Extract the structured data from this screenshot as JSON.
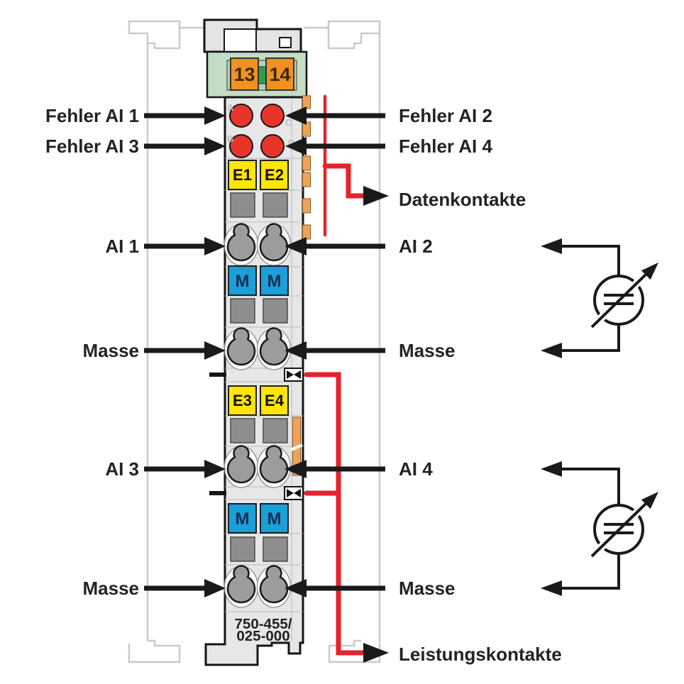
{
  "labels": {
    "left": [
      "Fehler AI 1",
      "Fehler AI 3",
      "AI 1",
      "Masse",
      "AI 3",
      "Masse"
    ],
    "right": [
      "Fehler AI 2",
      "Fehler AI 4",
      "Datenkontakte",
      "AI 2",
      "Masse",
      "AI 4",
      "Masse",
      "Leistungskontakte"
    ]
  },
  "module": {
    "top_terminals": [
      "13",
      "14"
    ],
    "led_letters": [
      "A",
      "B",
      "C",
      "D"
    ],
    "input_markers_upper": [
      "E1",
      "E2"
    ],
    "input_markers_lower": [
      "E3",
      "E4"
    ],
    "ground_marker": "M",
    "part_number_line1": "750-455/",
    "part_number_line2": "025-000"
  },
  "colors": {
    "red": "#e5232d",
    "led_red": "#e8352c",
    "orange": "#f19122",
    "tab_orange": "#f0a356",
    "yellow": "#ffe500",
    "blue": "#1a9fd9",
    "green_band": "#c3dcc3",
    "green_square": "#2f9e4f",
    "body_gray": "#e7e7e7",
    "slot_gray": "#8e8e8e",
    "terminal_gray": "#9c9c9c",
    "ghost_gray": "#cacaca",
    "ink": "#1a1a1a"
  }
}
